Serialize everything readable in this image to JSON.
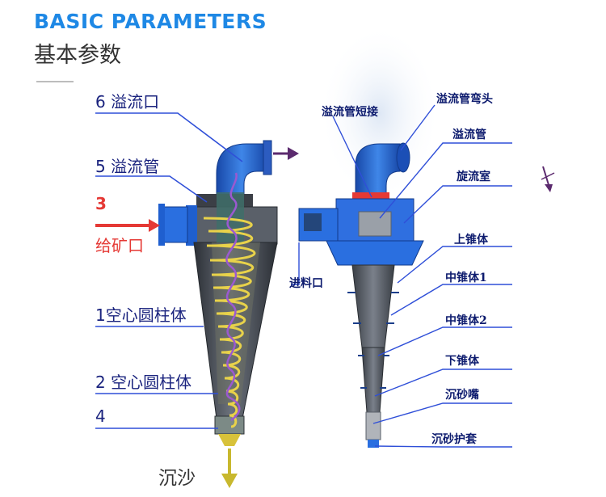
{
  "header": {
    "title_en": "BASIC PARAMETERS",
    "title_cn": "基本参数"
  },
  "left_labels": {
    "overflow_outlet": "6 溢流口",
    "overflow_pipe": "5 溢流管",
    "feed_number": "3",
    "feed_outlet": "给矿口",
    "hollow_cyl_1": "1空心圆柱体",
    "hollow_cyl_2": "2 空心圆柱体",
    "item_4": "4",
    "sand": "沉沙"
  },
  "right_labels": {
    "overflow_short_joint": "溢流管短接",
    "overflow_elbow": "溢流管弯头",
    "overflow_pipe": "溢流管",
    "swirl_chamber": "旋流室",
    "upper_cone": "上锥体",
    "middle_cone_1": "中锥体1",
    "middle_cone_2": "中锥体2",
    "lower_cone": "下锥体",
    "sand_nozzle": "沉砂嘴",
    "sand_sleeve": "沉砂护套",
    "feed_inlet": "进料口"
  },
  "colors": {
    "title_blue": "#1e88e5",
    "label_navy": "#1a237e",
    "feed_red": "#e53935",
    "body_blue": "#2563c9",
    "cone_dark": "#4a4f58",
    "spiral_yellow": "#e8d24a",
    "spiral_purple": "#9b59d0",
    "arrow_purple": "#5b2a6e",
    "sand_olive": "#c8b82e"
  }
}
